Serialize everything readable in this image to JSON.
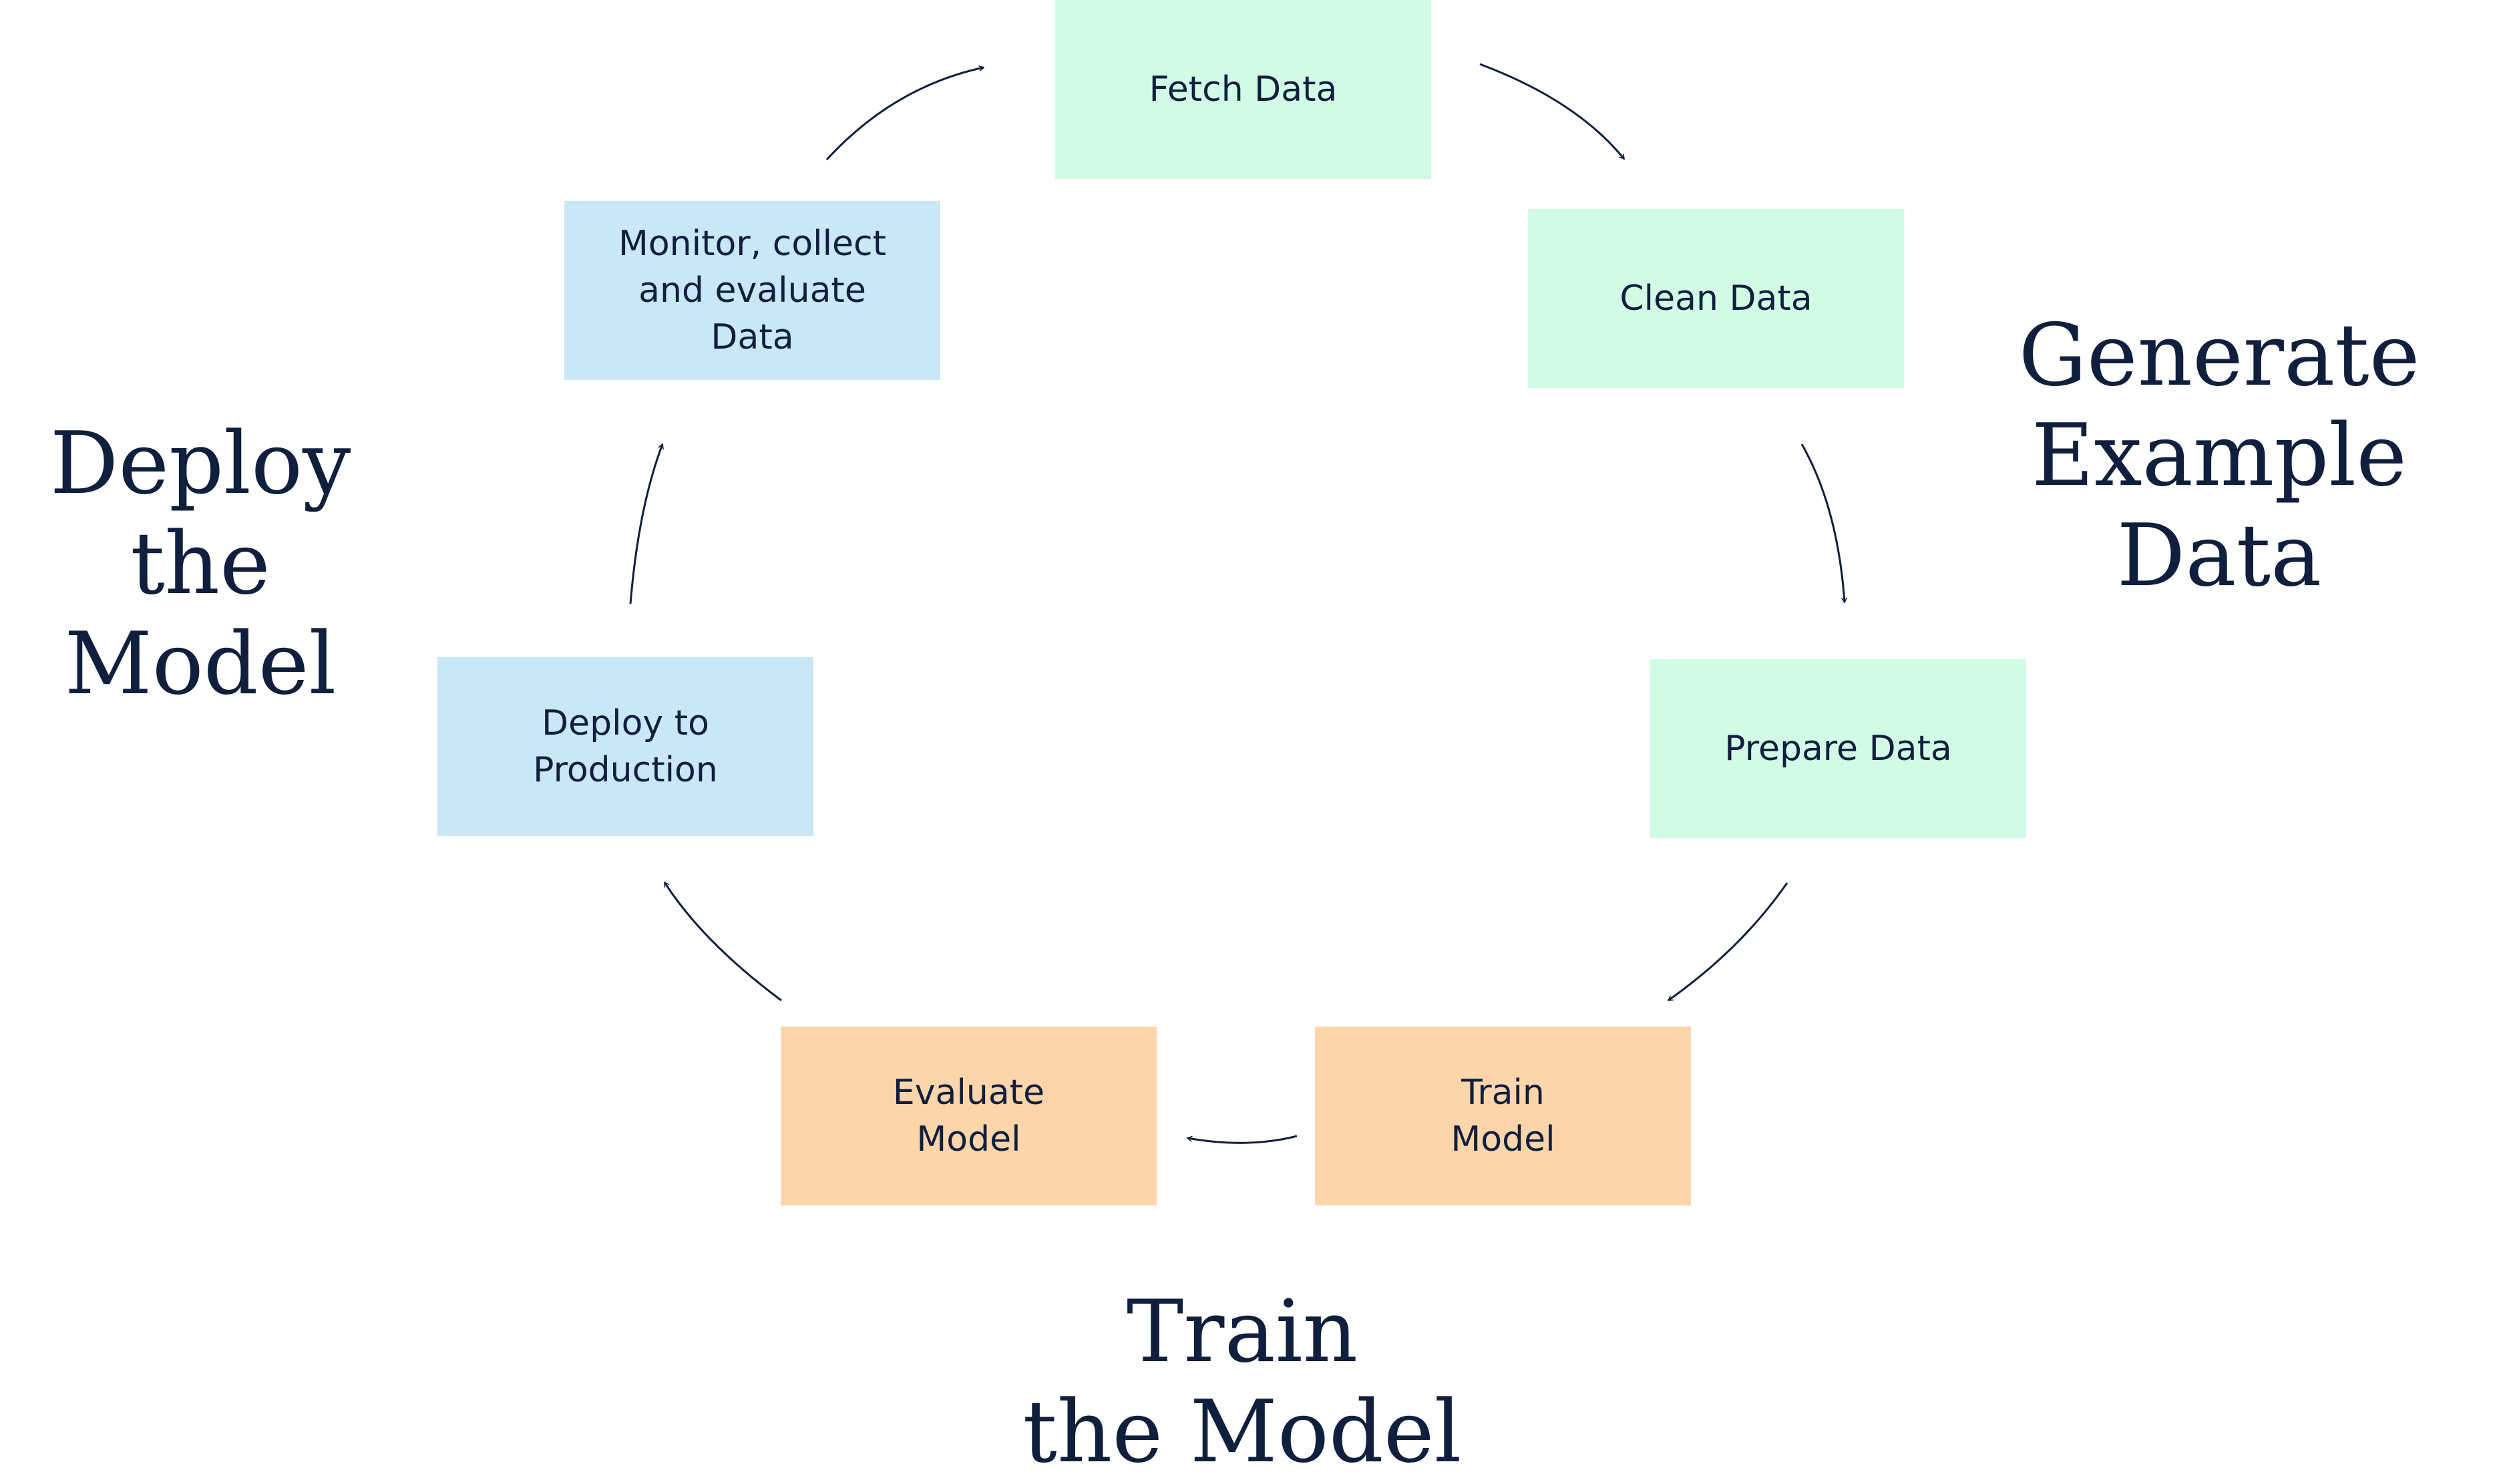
{
  "steps": {
    "fetch": "Fetch Data",
    "clean": "Clean Data",
    "prepare": "Prepare Data",
    "train": "Train\nModel",
    "evaluate": "Evaluate\nModel",
    "deploy": "Deploy to\nProduction",
    "monitor": "Monitor, collect\nand evaluate\nData"
  },
  "phases": {
    "generate": "Generate\nExample Data",
    "deploy": "Deploy\nthe Model",
    "train": "Train\nthe Model"
  },
  "colors": {
    "generate_phase": "#d2fbe6",
    "train_phase": "#fdd5aa",
    "deploy_phase": "#c9e7f4",
    "text": "#0f1f3d"
  }
}
